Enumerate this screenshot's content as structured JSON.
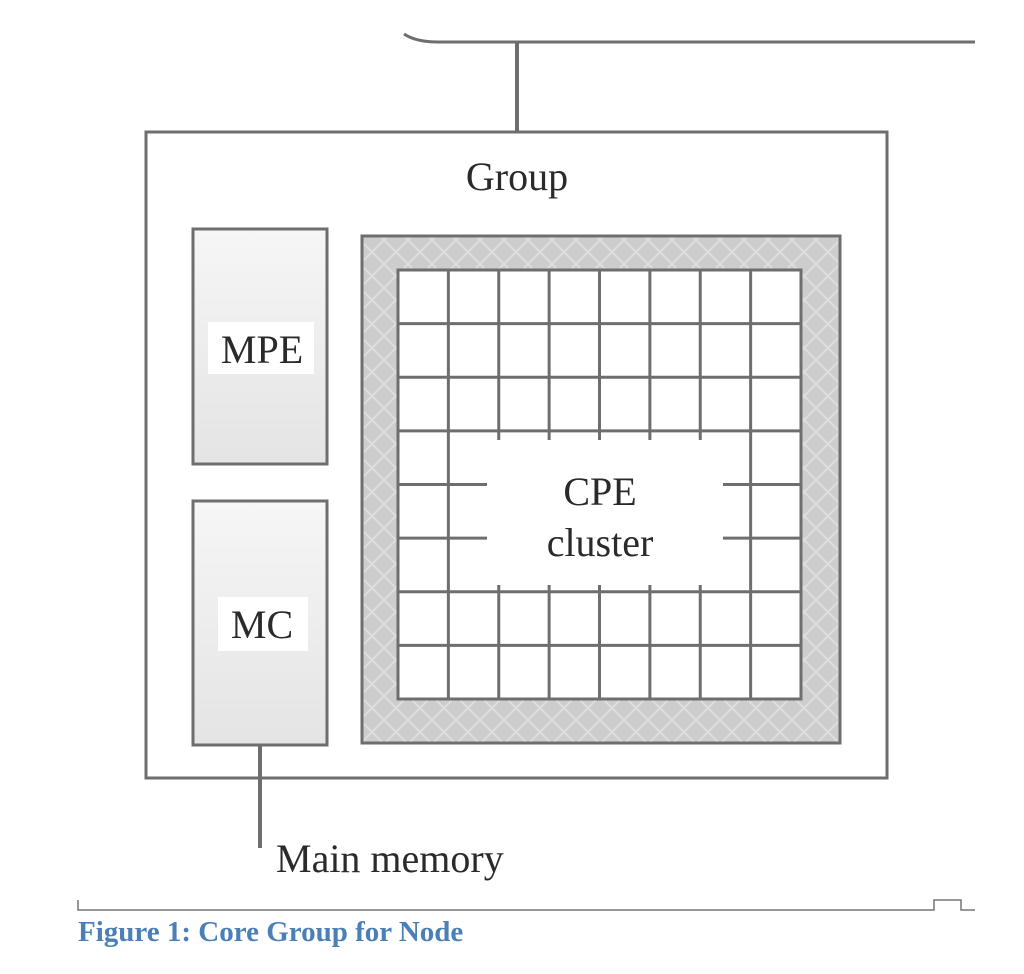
{
  "diagram": {
    "group_label": "Group",
    "mpe_label": "MPE",
    "mc_label": "MC",
    "cpe_label_line1": "CPE",
    "cpe_label_line2": "cluster",
    "main_memory_label": "Main memory",
    "cpe_grid_rows": 8,
    "cpe_grid_cols": 8
  },
  "caption": {
    "text": "Figure 1: Core Group for Node"
  },
  "colors": {
    "line": "#6e6e6e",
    "cluster_border": "#c8c8c8",
    "caption": "#4a7fb8"
  }
}
